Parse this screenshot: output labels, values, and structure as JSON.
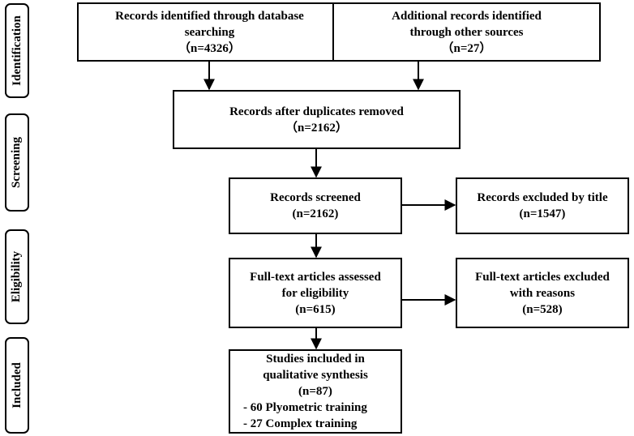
{
  "stages": {
    "identification": "Identification",
    "screening": "Screening",
    "eligibility": "Eligibility",
    "included": "Included"
  },
  "boxes": {
    "database": {
      "line1": "Records identified through database",
      "line2": "searching",
      "count": "（n=4326）"
    },
    "other_sources": {
      "line1": "Additional records identified",
      "line2": "through other sources",
      "count": "（n=27）"
    },
    "deduplicated": {
      "line1": "Records after duplicates removed",
      "count": "（n=2162）"
    },
    "screened": {
      "line1": "Records screened",
      "count": "(n=2162)"
    },
    "excluded_title": {
      "line1": "Records excluded by title",
      "count": "(n=1547)"
    },
    "fulltext": {
      "line1": "Full-text articles assessed",
      "line2": "for eligibility",
      "count": "(n=615)"
    },
    "fulltext_excluded": {
      "line1": "Full-text articles excluded",
      "line2": "with reasons",
      "count": "(n=528)"
    },
    "included": {
      "line1": "Studies included in",
      "line2": "qualitative synthesis",
      "count": "(n=87)",
      "item1": "-  60 Plyometric training",
      "item2": "-  27 Complex training"
    }
  }
}
